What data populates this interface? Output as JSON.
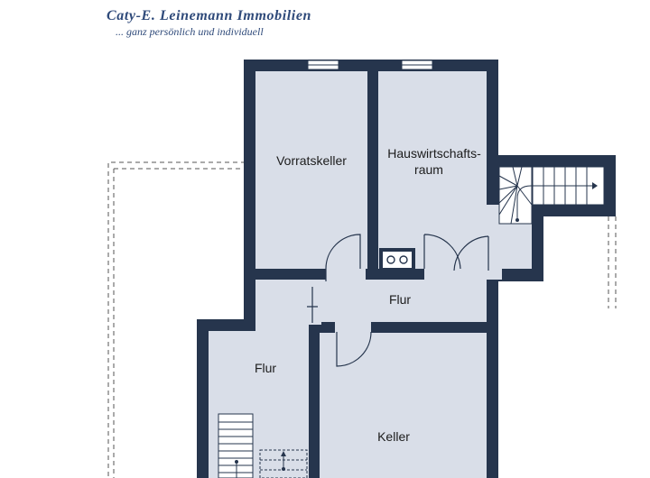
{
  "brand": {
    "name": "Caty-E. Leinemann Immobilien",
    "tagline": "... ganz persönlich und individuell"
  },
  "rooms": {
    "vorratskeller": "Vorratskeller",
    "hauswirtschaft_line1": "Hauswirtschafts-",
    "hauswirtschaft_line2": "raum",
    "flur_upper": "Flur",
    "flur_lower": "Flur",
    "keller": "Keller"
  },
  "colors": {
    "wall": "#26354d",
    "floor": "#d9dee8",
    "brand": "#2f4a7a"
  }
}
